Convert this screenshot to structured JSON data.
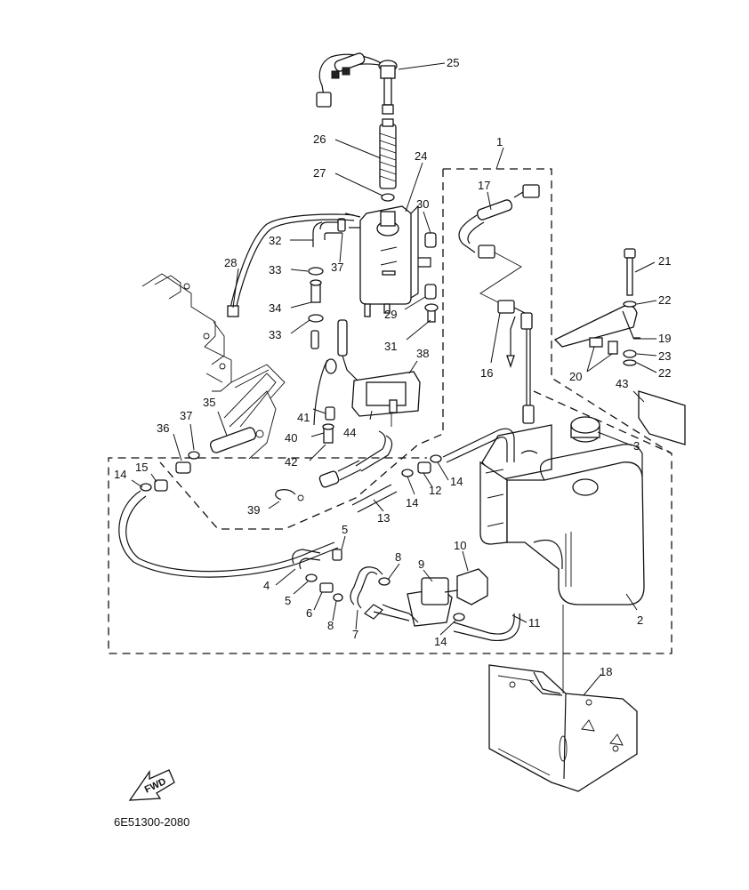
{
  "diagram": {
    "drawing_code": "6E51300-2080",
    "fwd_label": "FWD",
    "callouts": [
      {
        "id": "c1",
        "label": "1"
      },
      {
        "id": "c2",
        "label": "2"
      },
      {
        "id": "c3",
        "label": "3"
      },
      {
        "id": "c4",
        "label": "4"
      },
      {
        "id": "c5a",
        "label": "5"
      },
      {
        "id": "c5b",
        "label": "5"
      },
      {
        "id": "c6",
        "label": "6"
      },
      {
        "id": "c7",
        "label": "7"
      },
      {
        "id": "c8a",
        "label": "8"
      },
      {
        "id": "c8b",
        "label": "8"
      },
      {
        "id": "c9",
        "label": "9"
      },
      {
        "id": "c10",
        "label": "10"
      },
      {
        "id": "c11",
        "label": "11"
      },
      {
        "id": "c12",
        "label": "12"
      },
      {
        "id": "c13",
        "label": "13"
      },
      {
        "id": "c14a",
        "label": "14"
      },
      {
        "id": "c14b",
        "label": "14"
      },
      {
        "id": "c14c",
        "label": "14"
      },
      {
        "id": "c14d",
        "label": "14"
      },
      {
        "id": "c15",
        "label": "15"
      },
      {
        "id": "c16",
        "label": "16"
      },
      {
        "id": "c17",
        "label": "17"
      },
      {
        "id": "c18",
        "label": "18"
      },
      {
        "id": "c19",
        "label": "19"
      },
      {
        "id": "c20",
        "label": "20"
      },
      {
        "id": "c21",
        "label": "21"
      },
      {
        "id": "c22a",
        "label": "22"
      },
      {
        "id": "c22b",
        "label": "22"
      },
      {
        "id": "c23",
        "label": "23"
      },
      {
        "id": "c24",
        "label": "24"
      },
      {
        "id": "c25",
        "label": "25"
      },
      {
        "id": "c26",
        "label": "26"
      },
      {
        "id": "c27",
        "label": "27"
      },
      {
        "id": "c28",
        "label": "28"
      },
      {
        "id": "c29",
        "label": "29"
      },
      {
        "id": "c30",
        "label": "30"
      },
      {
        "id": "c31",
        "label": "31"
      },
      {
        "id": "c32",
        "label": "32"
      },
      {
        "id": "c33a",
        "label": "33"
      },
      {
        "id": "c33b",
        "label": "33"
      },
      {
        "id": "c34",
        "label": "34"
      },
      {
        "id": "c35",
        "label": "35"
      },
      {
        "id": "c36",
        "label": "36"
      },
      {
        "id": "c37a",
        "label": "37"
      },
      {
        "id": "c37b",
        "label": "37"
      },
      {
        "id": "c38",
        "label": "38"
      },
      {
        "id": "c39",
        "label": "39"
      },
      {
        "id": "c40",
        "label": "40"
      },
      {
        "id": "c41",
        "label": "41"
      },
      {
        "id": "c42",
        "label": "42"
      },
      {
        "id": "c43",
        "label": "43"
      },
      {
        "id": "c44",
        "label": "44"
      }
    ]
  }
}
